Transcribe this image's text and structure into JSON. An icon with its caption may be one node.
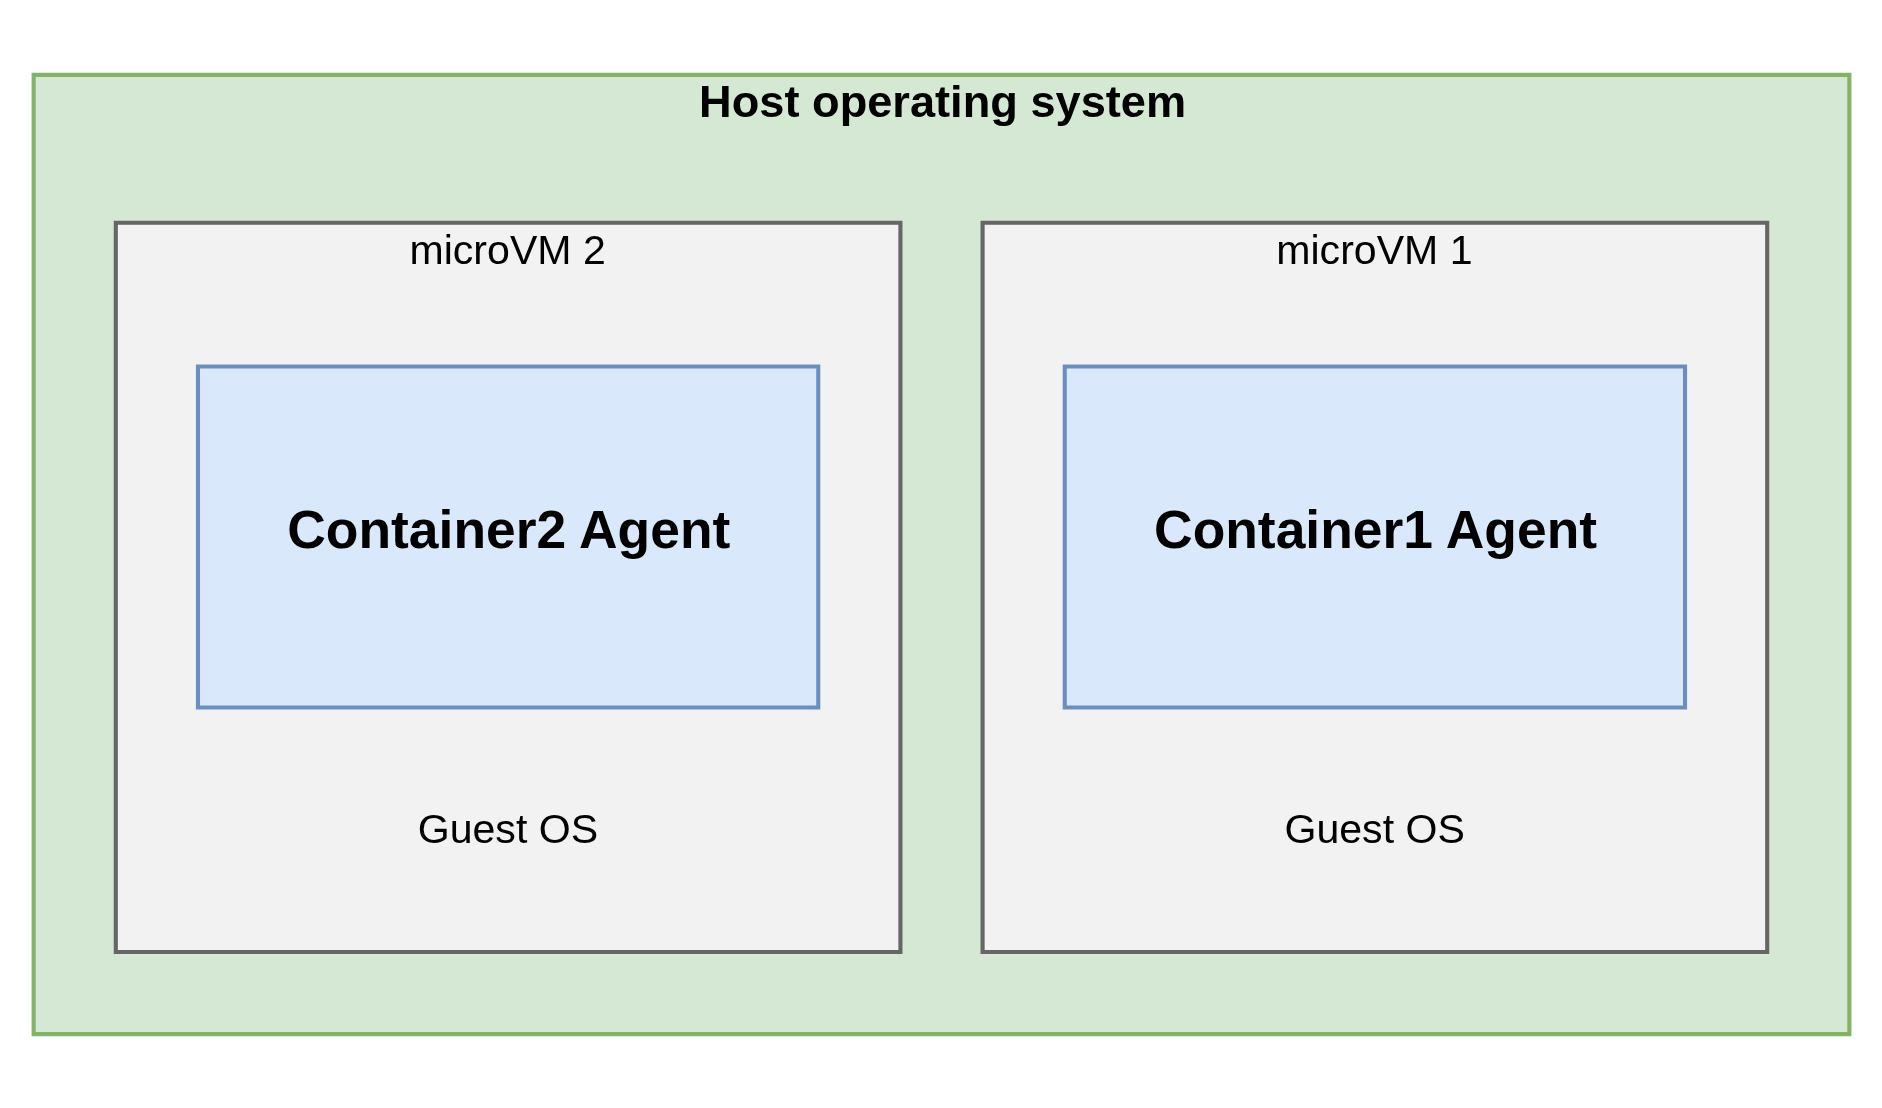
{
  "diagram": {
    "nodes": [
      {
        "text": [
          "Host operating system"
        ]
      },
      {
        "text": [
          "microVM 1",
          "Guest OS"
        ],
        "in": 0
      },
      {
        "text": [
          "Container1 Agent"
        ],
        "in": 1
      },
      {
        "text": [
          "microVM 2",
          "Guest OS"
        ],
        "in": 0
      },
      {
        "text": [
          "Container2 Agent"
        ],
        "in": 3
      }
    ]
  }
}
